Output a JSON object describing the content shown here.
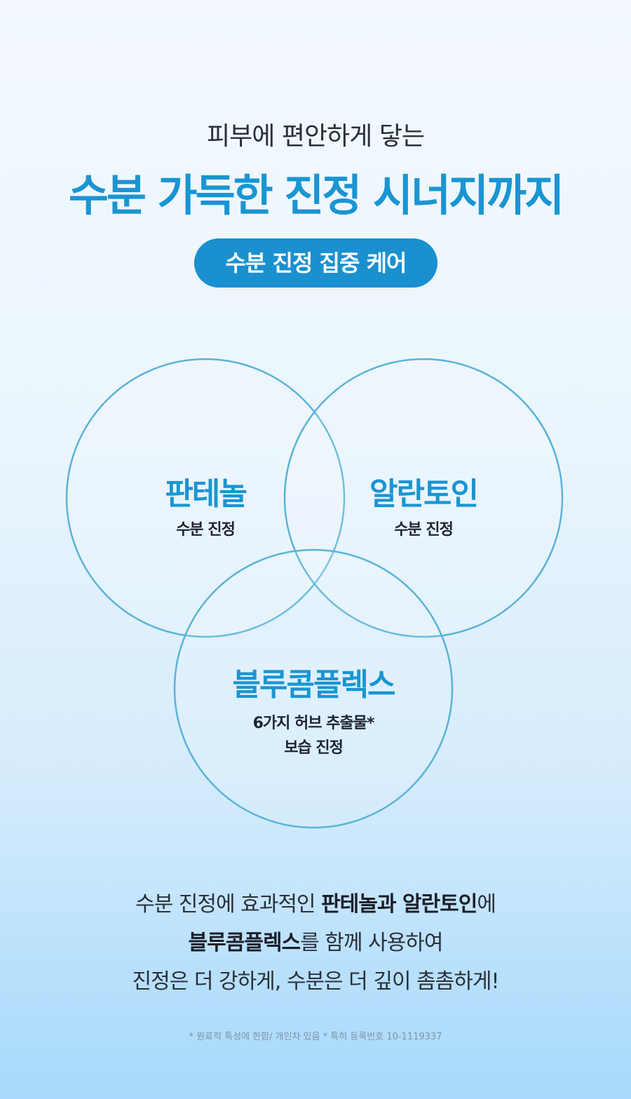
{
  "header": {
    "subtitle": "피부에 편안하게 닿는",
    "title": "수분 가득한 진정 시너지까지",
    "badge": "수분 진정 집중 케어"
  },
  "venn": {
    "stroke_color": "#5ab3d8",
    "left": {
      "title": "판테놀",
      "desc": "수분 진정"
    },
    "right": {
      "title": "알란토인",
      "desc": "수분 진정"
    },
    "bottom": {
      "title": "블루콤플렉스",
      "desc_line1": "6가지 허브 추출물*",
      "desc_line2": "보습 진정"
    }
  },
  "body": {
    "line1_pre": "수분 진정에 효과적인 ",
    "line1_bold": "판테놀과 알란토인",
    "line1_post": "에",
    "line2_bold": "블루콤플렉스",
    "line2_post": "를 함께 사용하여",
    "line3": "진정은 더 강하게, 수분은 더 깊이 촘촘하게!"
  },
  "footnote": "* 원료적 특성에 한함/ 개인차 있음 * 특허 등록번호 10-1119337",
  "colors": {
    "accent": "#1a95d2",
    "pill_bg": "#1a90cf",
    "text_dark": "#2a2f3a"
  }
}
